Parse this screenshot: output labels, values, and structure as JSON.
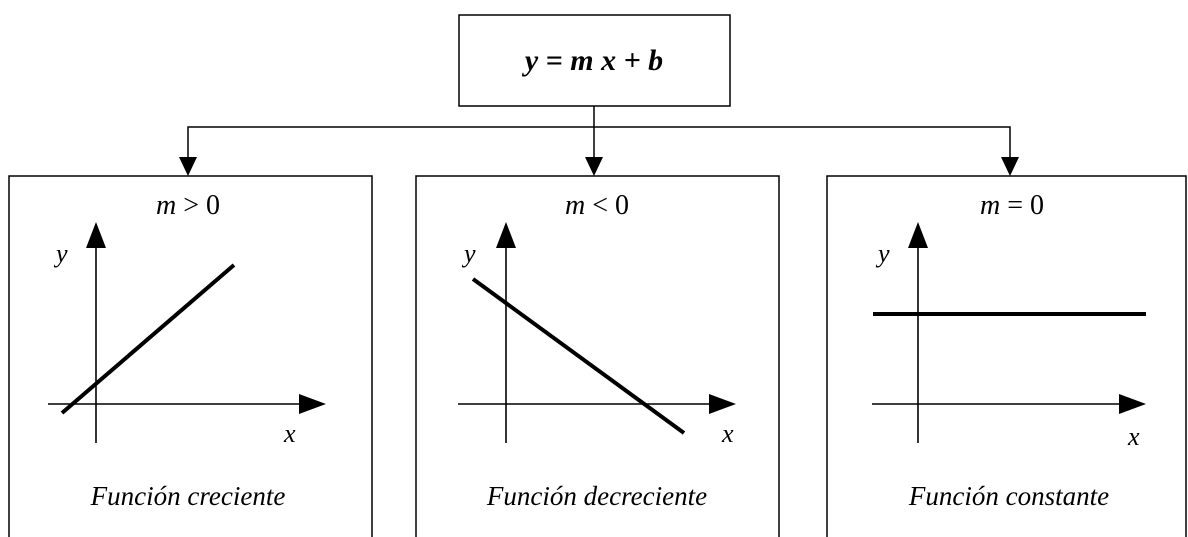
{
  "top": {
    "equation": "y = m x + b"
  },
  "panels": [
    {
      "condition_var": "m",
      "condition_rest": " > 0",
      "y_label": "y",
      "x_label": "x",
      "caption": "Función creciente"
    },
    {
      "condition_var": "m",
      "condition_rest": " < 0",
      "y_label": "y",
      "x_label": "x",
      "caption": "Función decreciente"
    },
    {
      "condition_var": "m",
      "condition_rest": " = 0",
      "y_label": "y",
      "x_label": "x",
      "caption": "Función constante"
    }
  ]
}
